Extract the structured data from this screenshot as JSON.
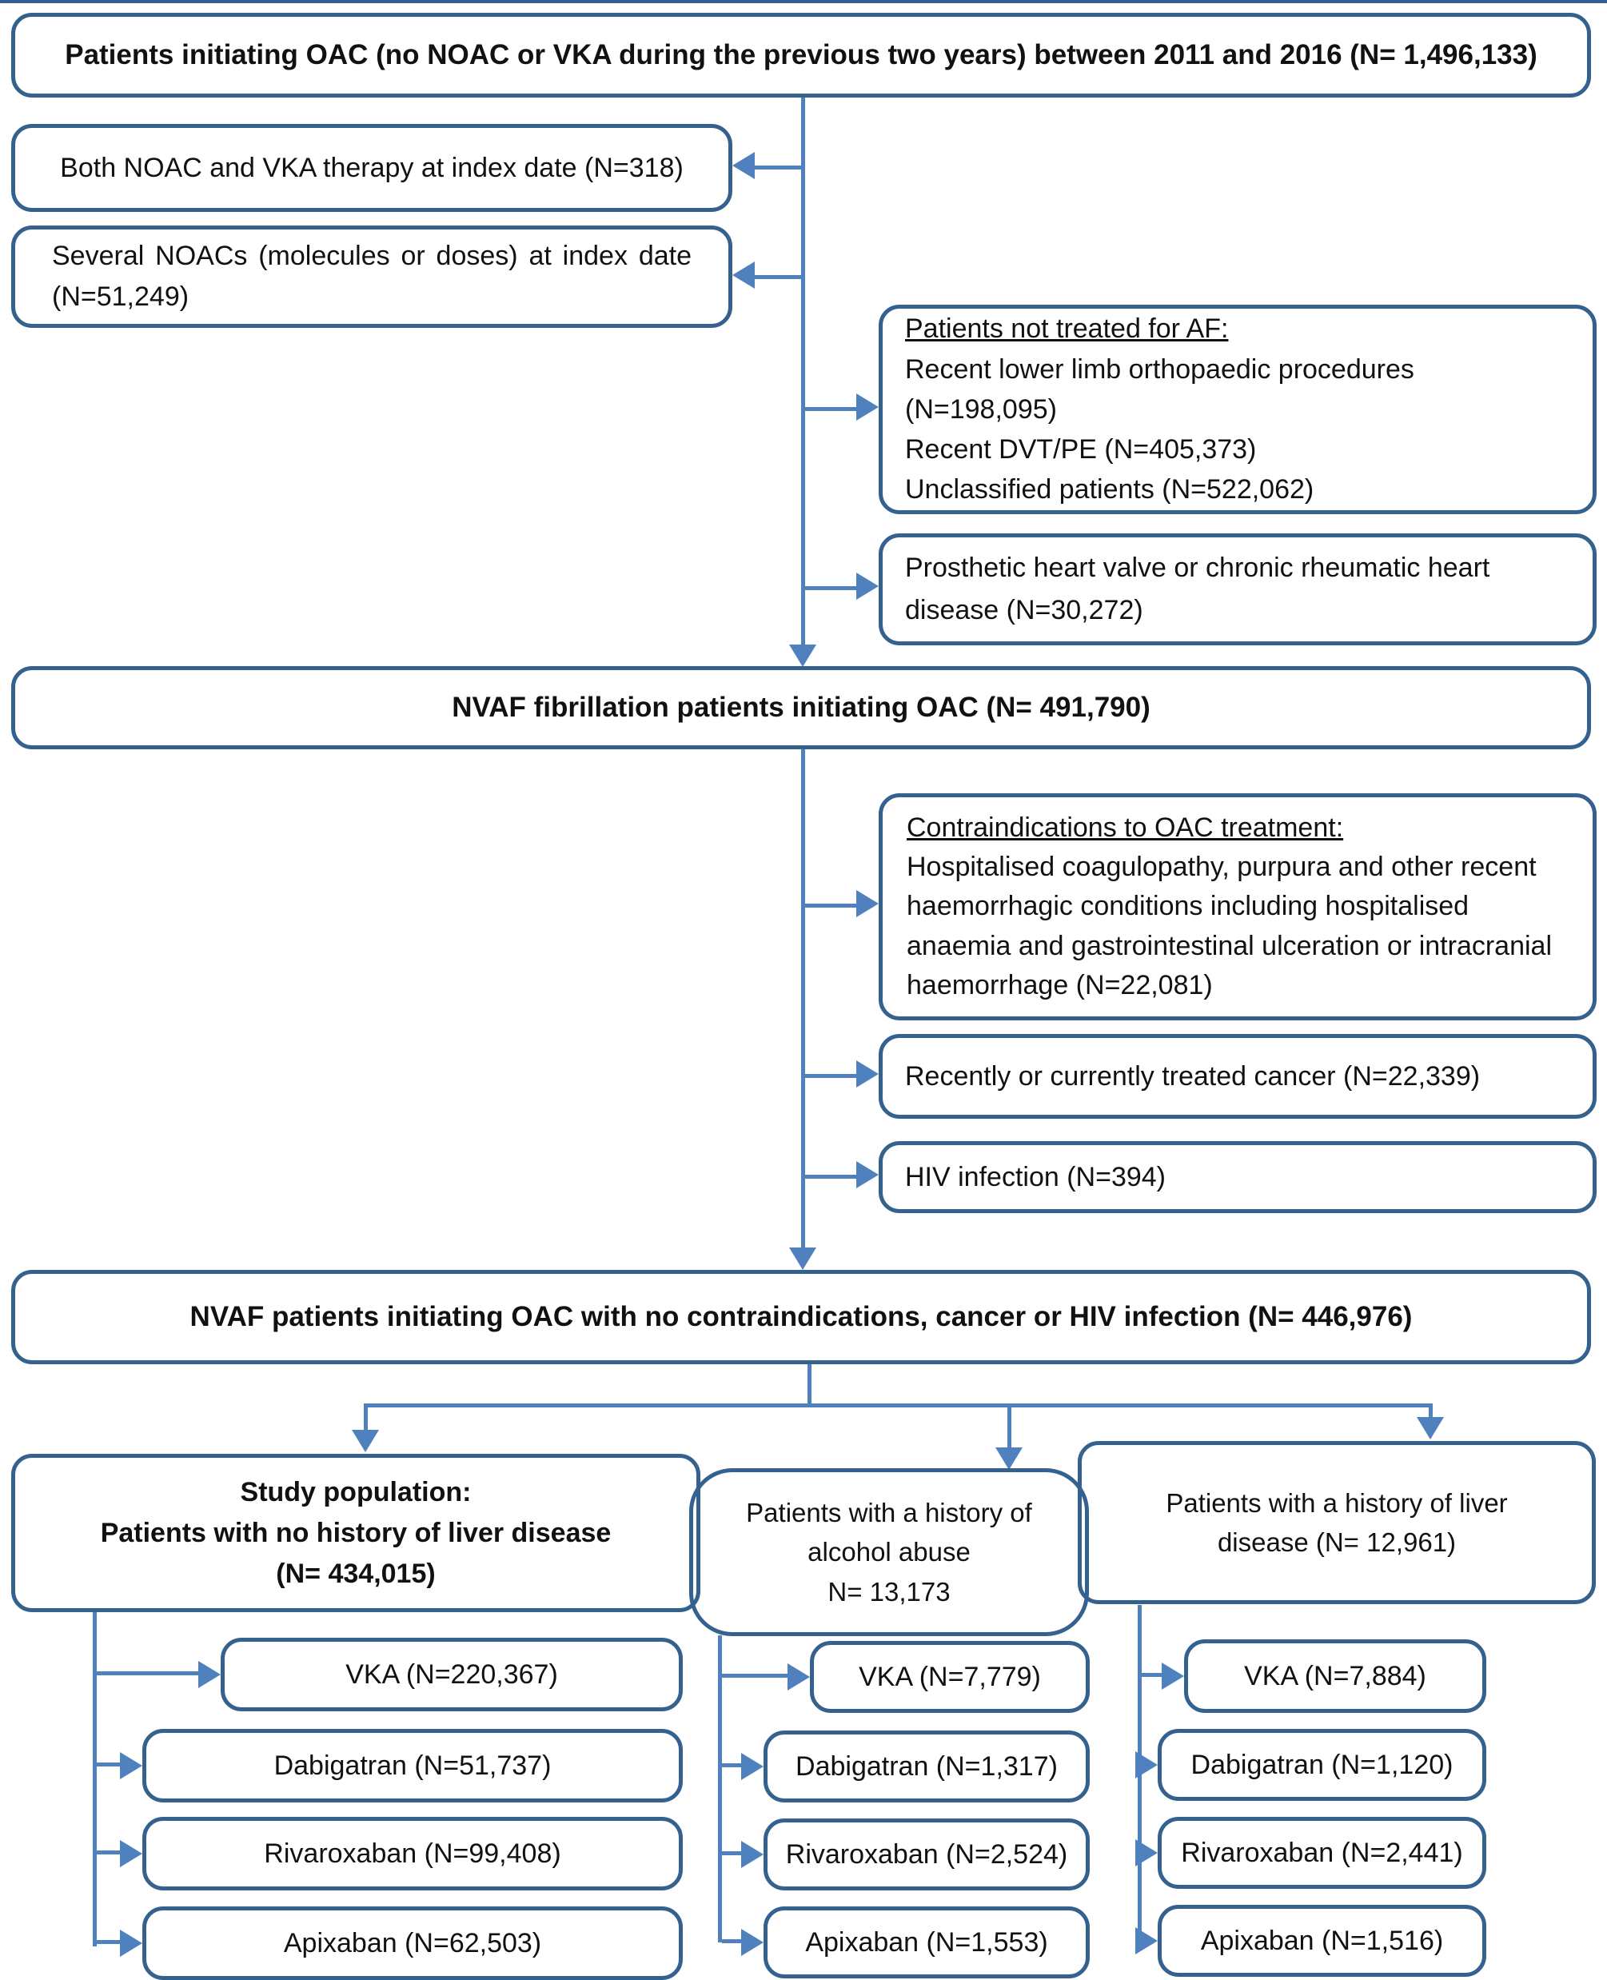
{
  "colors": {
    "box_border": "#35618F",
    "connector": "#4E81BD",
    "text": "#111111"
  },
  "boxes": {
    "top": "Patients initiating OAC (no NOAC or VKA during the previous two years) between 2011 and 2016 (N= 1,496,133)",
    "excl_both": "Both NOAC and VKA therapy at index date (N=318)",
    "excl_several": {
      "line1": "Several NOACs (molecules or doses) at index date",
      "line2": "(N=51,249)"
    },
    "not_af": {
      "heading": "Patients not treated for AF:",
      "line1": "Recent lower limb orthopaedic procedures (N=198,095)",
      "line2": "Recent DVT/PE (N=405,373)",
      "line3": "Unclassified patients (N=522,062)"
    },
    "prosthetic": "Prosthetic heart valve or chronic rheumatic heart disease (N=30,272)",
    "nvaf_oac": "NVAF fibrillation patients initiating OAC (N= 491,790)",
    "contraindications": {
      "heading": "Contraindications to OAC treatment:",
      "body": "Hospitalised coagulopathy, purpura and other recent haemorrhagic conditions including hospitalised anaemia and gastrointestinal ulceration or intracranial haemorrhage (N=22,081)"
    },
    "cancer": "Recently or currently treated cancer (N=22,339)",
    "hiv": "HIV infection (N=394)",
    "nvaf_clean": "NVAF patients initiating OAC with no contraindications, cancer or HIV infection (N= 446,976)"
  },
  "branches": [
    {
      "header_line1": "Study population:",
      "header_line2": "Patients with no history of liver disease",
      "header_line3": "(N= 434,015)",
      "vka": "VKA (N=220,367)",
      "dabigatran": "Dabigatran (N=51,737)",
      "rivaroxaban": "Rivaroxaban (N=99,408)",
      "apixaban": "Apixaban (N=62,503)"
    },
    {
      "header_line1": "Patients with a history of",
      "header_line2": "alcohol abuse",
      "header_line3": "N= 13,173",
      "vka": "VKA (N=7,779)",
      "dabigatran": "Dabigatran (N=1,317)",
      "rivaroxaban": "Rivaroxaban (N=2,524)",
      "apixaban": "Apixaban (N=1,553)"
    },
    {
      "header_line1": "Patients with a history of liver",
      "header_line2": "disease (N= 12,961)",
      "vka": "VKA (N=7,884)",
      "dabigatran": "Dabigatran (N=1,120)",
      "rivaroxaban": "Rivaroxaban (N=2,441)",
      "apixaban": "Apixaban (N=1,516)"
    }
  ]
}
